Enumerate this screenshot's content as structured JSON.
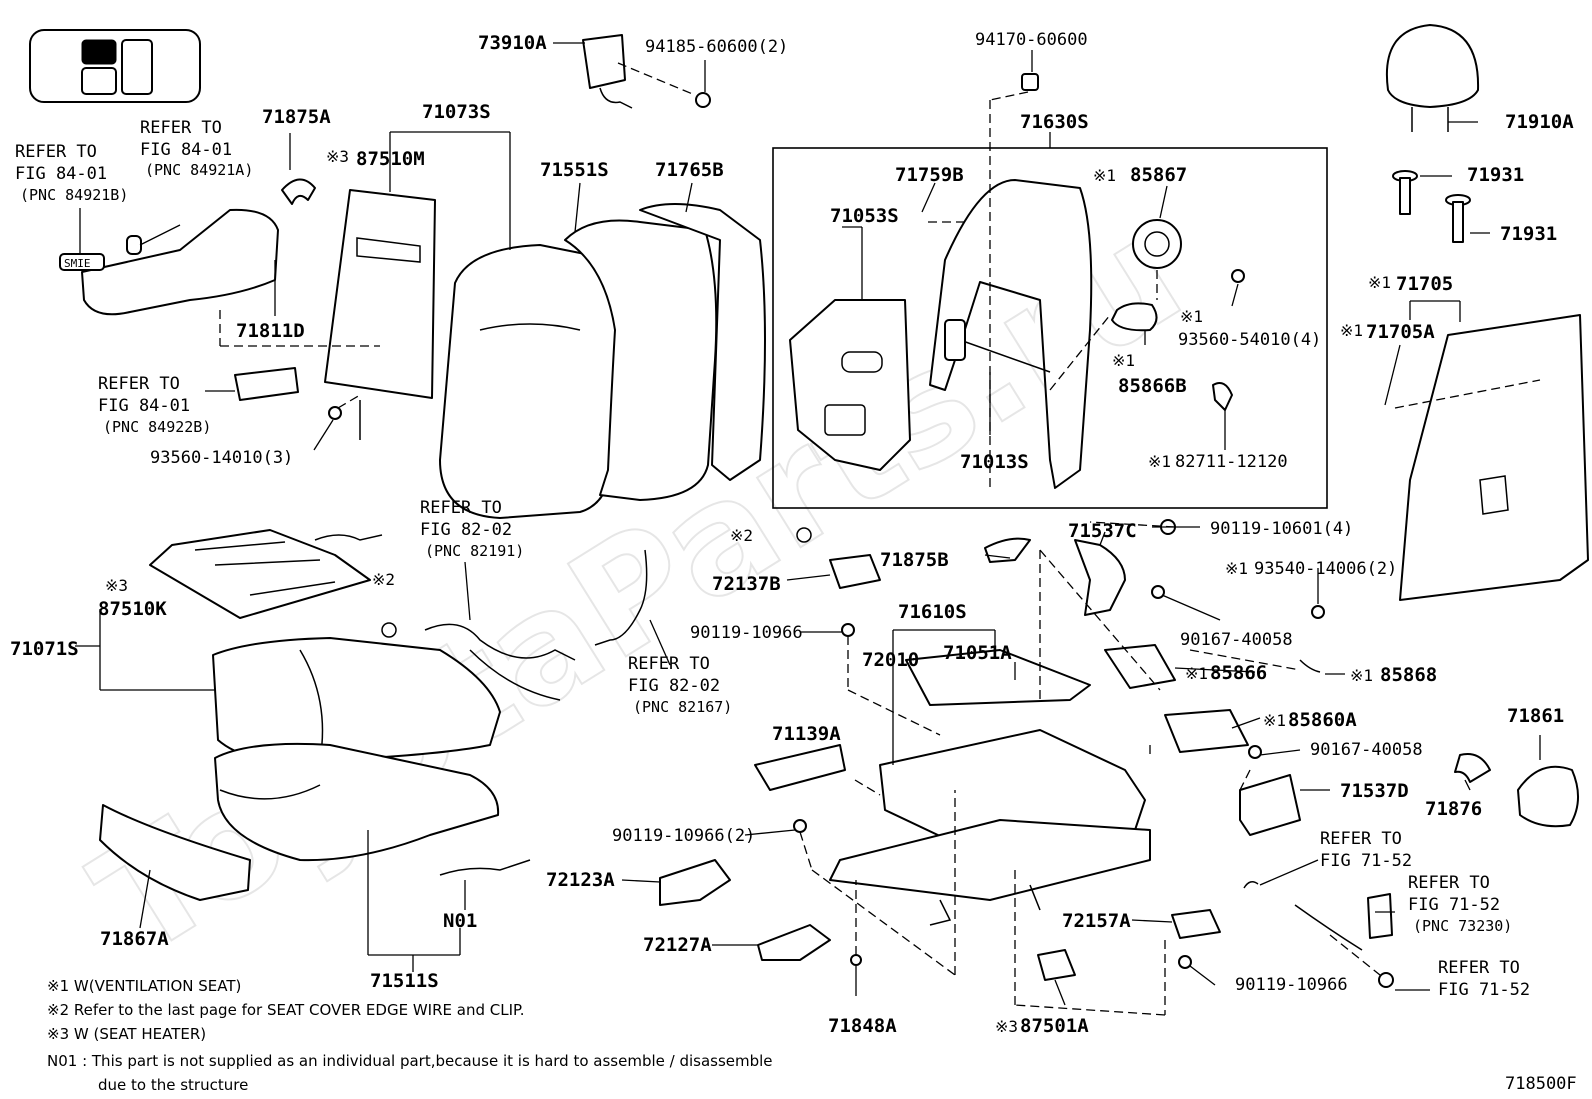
{
  "watermark": "ToyotaParts.ru",
  "labels": {
    "p73910A": "73910A",
    "p94185": "94185-60600(2)",
    "p94170": "94170-60600",
    "p71630S": "71630S",
    "p71910A": "71910A",
    "p71931a": "71931",
    "p71931b": "71931",
    "p71875A": "71875A",
    "p71073S": "71073S",
    "p87510M": "87510M",
    "p71551S": "71551S",
    "p71765B": "71765B",
    "p71759B": "71759B",
    "p85867": "85867",
    "p71053S": "71053S",
    "p93560_54010": "93560-54010(4)",
    "p85866B": "85866B",
    "p71013S": "71013S",
    "p82711": "82711-12120",
    "p71705": "71705",
    "p71705A": "71705A",
    "p71811D": "71811D",
    "p93560_14010": "93560-14010(3)",
    "p90119_10601": "90119-10601(4)",
    "p93540": "93540-14006(2)",
    "p71537C": "71537C",
    "p72137B": "72137B",
    "p71875B": "71875B",
    "p90119_10966a": "90119-10966",
    "p71610S": "71610S",
    "p72010": "72010",
    "p71051A": "71051A",
    "p90167a": "90167-40058",
    "p85866": "85866",
    "p85868": "85868",
    "p85860A": "85860A",
    "p90167b": "90167-40058",
    "p71861": "71861",
    "p71139A": "71139A",
    "p71537D": "71537D",
    "p71876": "71876",
    "p87510K": "87510K",
    "p71071S": "71071S",
    "p90119_10966b": "90119-10966(2)",
    "p72123A": "72123A",
    "p72127A": "72127A",
    "p71867A": "71867A",
    "pN01": "N01",
    "p71511S": "71511S",
    "p72157A": "72157A",
    "p90119_10966c": "90119-10966",
    "p71848A": "71848A",
    "p87501A": "87501A",
    "fig": "718500F"
  },
  "markers": {
    "m1": "※1",
    "m2": "※2",
    "m3": "※3"
  },
  "refs": {
    "r84921B": [
      "REFER TO",
      "FIG 84-01",
      "(PNC 84921B)"
    ],
    "r84921A": [
      "REFER TO",
      "FIG 84-01",
      "(PNC 84921A)"
    ],
    "r84922B": [
      "REFER TO",
      "FIG 84-01",
      "(PNC 84922B)"
    ],
    "r82191": [
      "REFER TO",
      "FIG 82-02",
      "(PNC 82191)"
    ],
    "r82167": [
      "REFER TO",
      "FIG 82-02",
      "(PNC 82167)"
    ],
    "r71_52a": [
      "REFER TO",
      "FIG 71-52"
    ],
    "r73230": [
      "REFER TO",
      "FIG 71-52",
      "(PNC 73230)"
    ],
    "r71_52b": [
      "REFER TO",
      "FIG 71-52"
    ]
  },
  "footnotes": {
    "n1": "※1 W(VENTILATION SEAT)",
    "n2": "※2 Refer to the last page for SEAT COVER EDGE WIRE and CLIP.",
    "n3": "※3 W (SEAT HEATER)",
    "n4_1": "N01 : This part is not supplied as an individual part,because it is hard to assemble / disassemble",
    "n4_2": "due to the structure"
  },
  "badge_text": "SMIE"
}
